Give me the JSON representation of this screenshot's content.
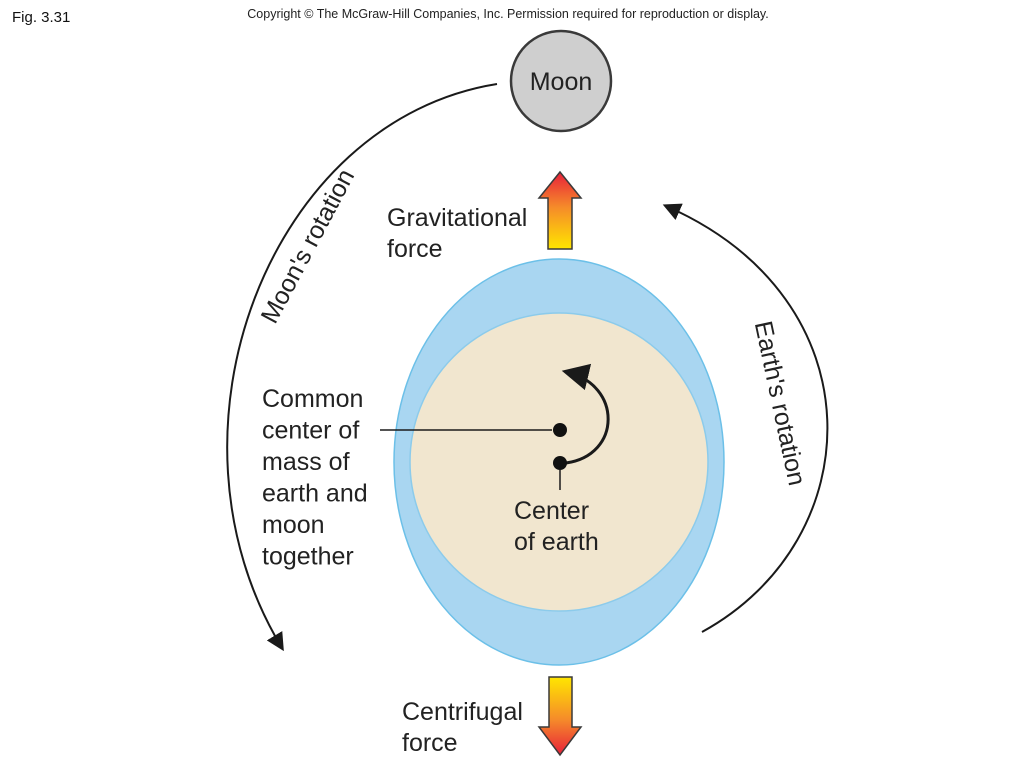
{
  "figure_label": "Fig. 3.31",
  "copyright": "Copyright © The McGraw-Hill Companies, Inc. Permission required for reproduction or display.",
  "labels": {
    "moon": "Moon",
    "gravitational_line1": "Gravitational",
    "gravitational_line2": "force",
    "centrifugal_line1": "Centrifugal",
    "centrifugal_line2": "force",
    "moons_rotation": "Moon's rotation",
    "earths_rotation": "Earth's rotation",
    "common_center_lines": [
      "Common",
      "center of",
      "mass of",
      "earth and",
      "moon",
      "together"
    ],
    "center_of_earth_line1": "Center",
    "center_of_earth_line2": "of earth"
  },
  "colors": {
    "ocean_bulge": "#a9d6f1",
    "ocean_outline": "#6cc0e8",
    "earth_fill": "#f1e6cf",
    "moon_fill": "#cfcfcf",
    "moon_outline": "#3a3a3a",
    "arrow_red": "#e8203a",
    "arrow_yellow": "#ffe600",
    "line": "#1a1a1a"
  }
}
